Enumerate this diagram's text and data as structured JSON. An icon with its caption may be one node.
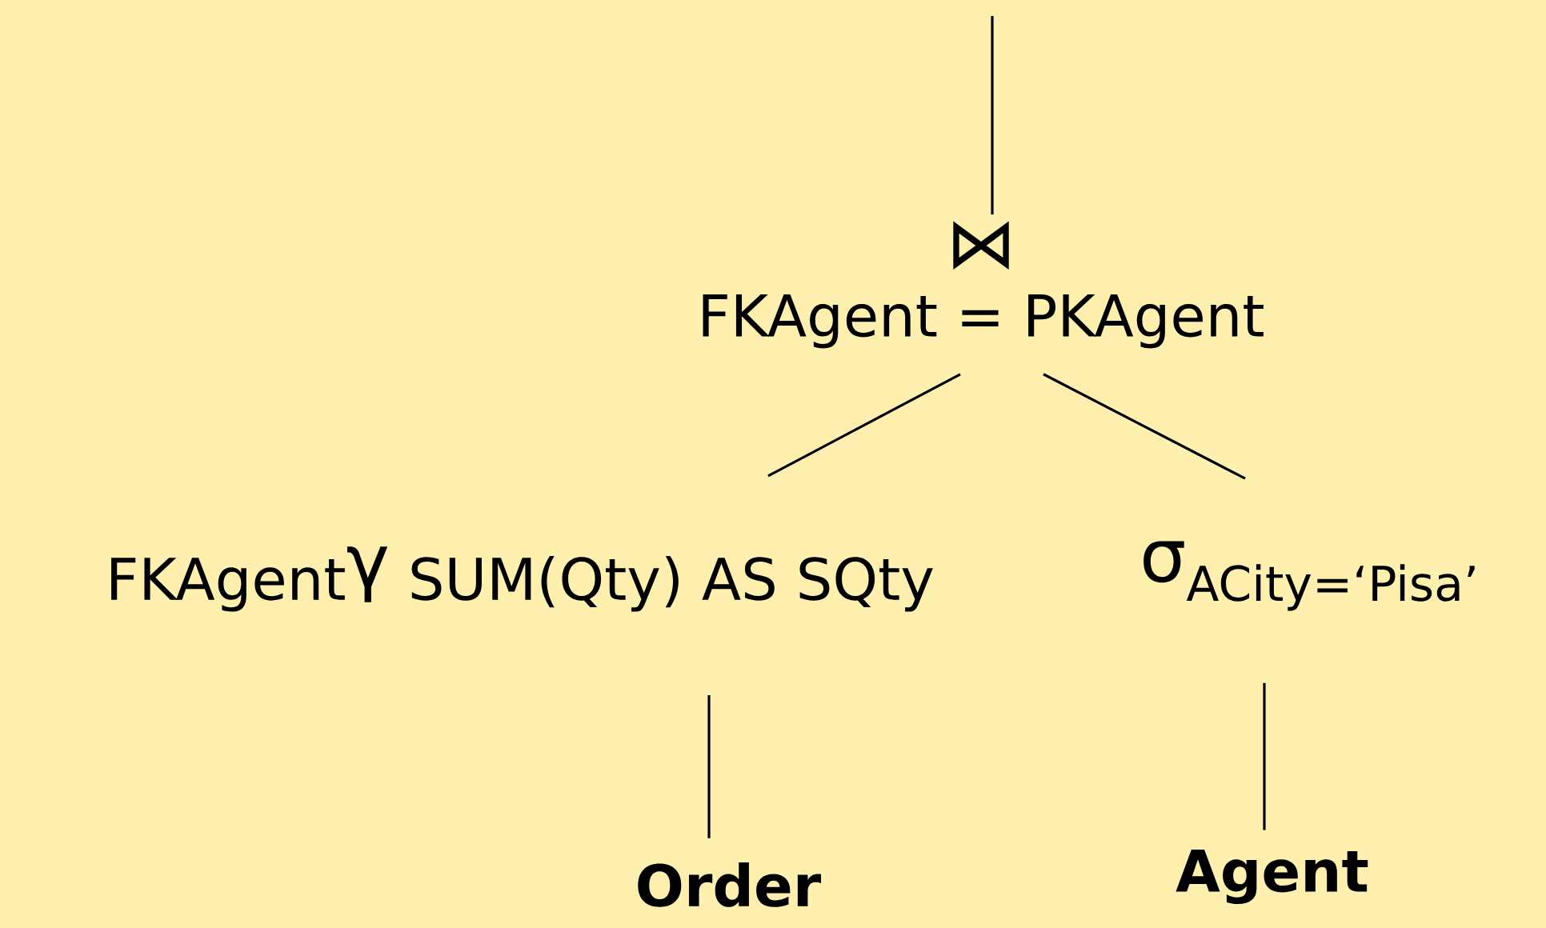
{
  "diagram": {
    "nodes": [
      {
        "text": [
          "⋈",
          "FKAgent = PKAgent"
        ]
      },
      {
        "text": [
          "FKAgent",
          "γ",
          "SUM(Qty) AS SQty"
        ]
      },
      {
        "text": [
          "σ",
          "ACity=‘Pisa’"
        ]
      },
      {
        "text": [
          "Order"
        ]
      },
      {
        "text": [
          "Agent"
        ]
      }
    ],
    "edges": [
      {
        "from": null,
        "to": 0,
        "arrow": "none"
      },
      {
        "from": 0,
        "to": 1,
        "arrow": "none"
      },
      {
        "from": 0,
        "to": 2,
        "arrow": "none"
      },
      {
        "from": 1,
        "to": 3,
        "arrow": "none"
      },
      {
        "from": 2,
        "to": 4,
        "arrow": "none"
      }
    ]
  }
}
